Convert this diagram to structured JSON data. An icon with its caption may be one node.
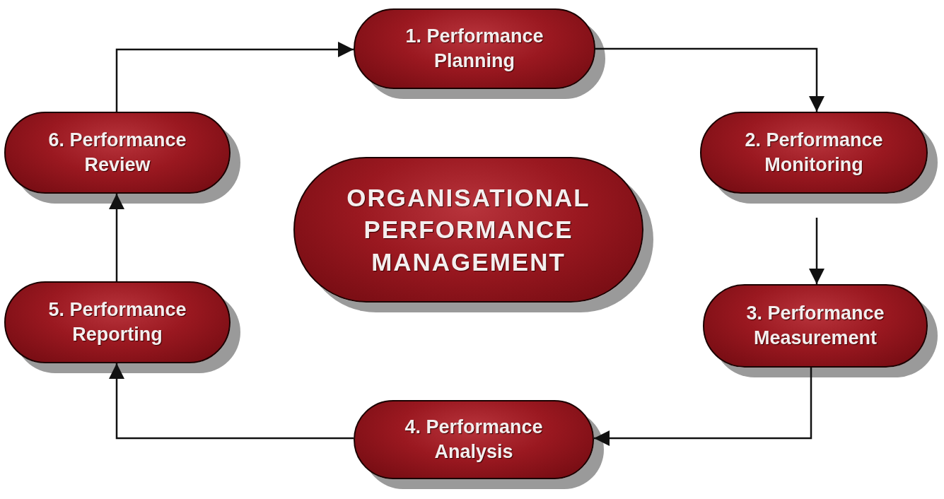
{
  "diagram": {
    "nodes": [
      {
        "text": [
          "1. Performance Planning"
        ]
      },
      {
        "text": [
          "2. Performance Monitoring"
        ]
      },
      {
        "text": [
          "3. Performance Measurement"
        ]
      },
      {
        "text": [
          "4. Performance Analysis"
        ]
      },
      {
        "text": [
          "5. Performance Reporting"
        ]
      },
      {
        "text": [
          "6. Performance Review"
        ]
      },
      {
        "text": [
          "ORGANISATIONAL PERFORMANCE MANAGEMENT"
        ]
      }
    ],
    "edges": [
      {
        "from": 0,
        "to": 1,
        "arrow": "to"
      },
      {
        "from": 1,
        "to": 2,
        "arrow": "to"
      },
      {
        "from": 2,
        "to": 3,
        "arrow": "to"
      },
      {
        "from": 3,
        "to": 4,
        "arrow": "to"
      },
      {
        "from": 4,
        "to": 5,
        "arrow": "to"
      },
      {
        "from": 5,
        "to": 0,
        "arrow": "to"
      }
    ]
  }
}
